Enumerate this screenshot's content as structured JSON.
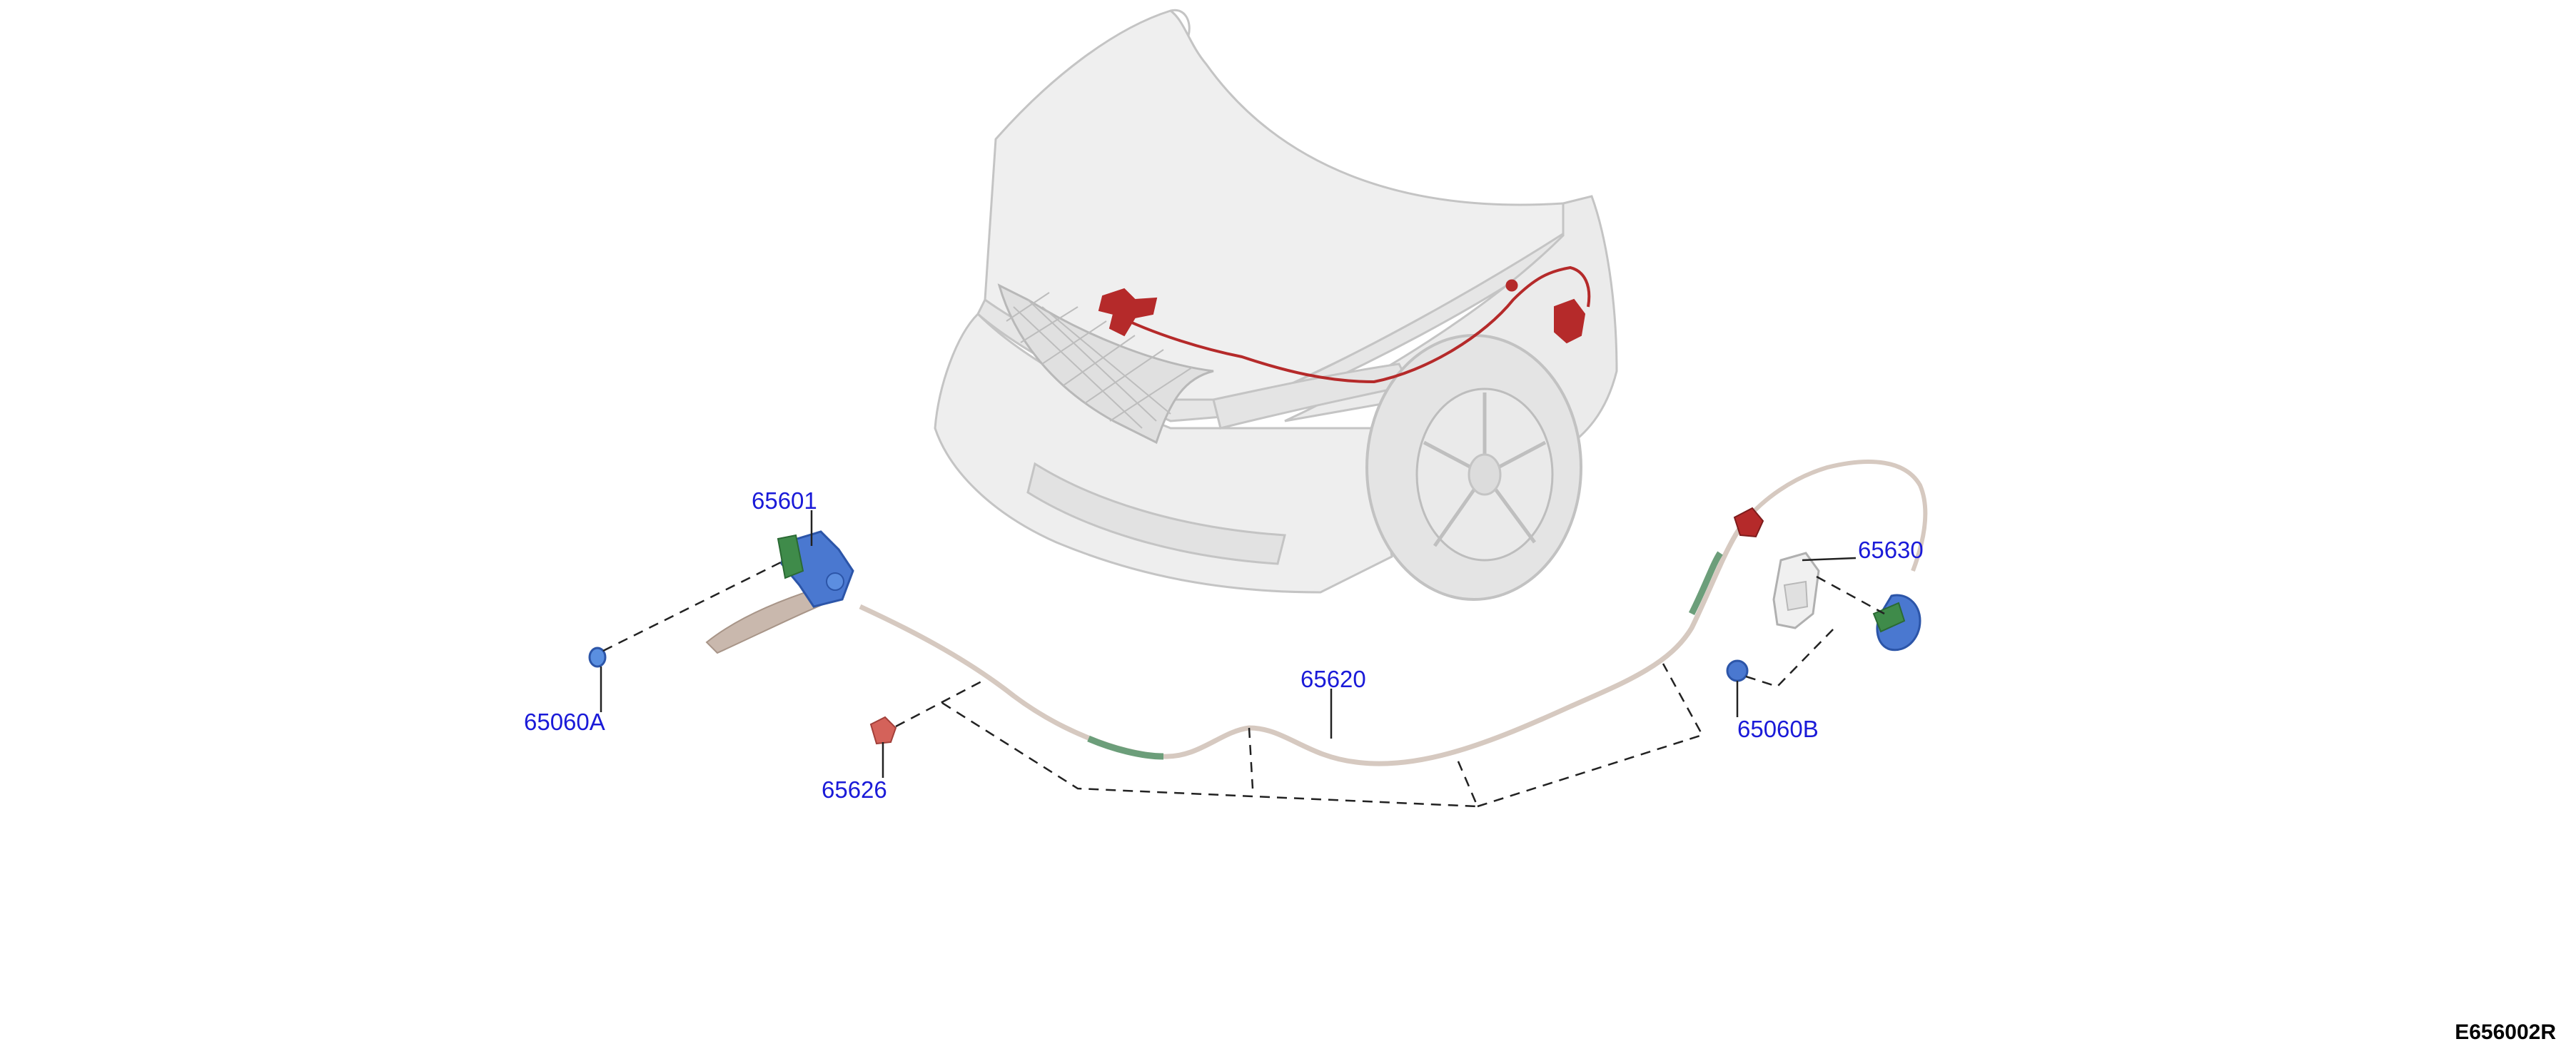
{
  "callouts": {
    "hood_lock": "65601",
    "clip_a": "65060A",
    "clip_b": "65060B",
    "clamp": "65626",
    "cable": "65620",
    "handle": "65630"
  },
  "diagram_code": "E656002R",
  "colors": {
    "callout_text": "#1a1ad8",
    "highlight_part": "#b52a2a",
    "car_body": "#d7d7d7",
    "cable": "#d6c9c0"
  }
}
